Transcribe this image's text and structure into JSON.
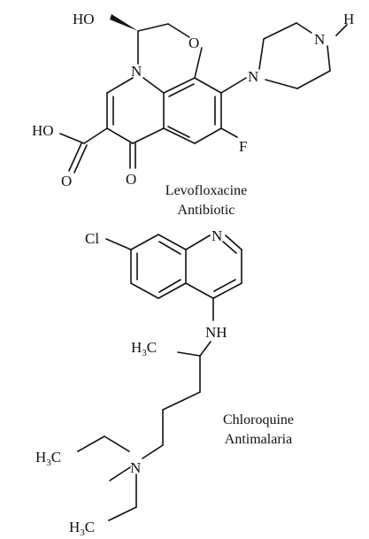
{
  "compounds": [
    {
      "name": "Levofloxacine",
      "category": "Antibiotic",
      "atom_labels": {
        "hydroxyl": "HO",
        "ring_oxygen": "O",
        "ring_nitrogen": "N",
        "piperazine_nitrogen": "N",
        "piperazine_nh_n": "N",
        "piperazine_nh_h": "H",
        "acid_hydroxyl": "HO",
        "acid_carbonyl_oxygen": "O",
        "keto_oxygen": "O",
        "fluorine": "F"
      }
    },
    {
      "name": "Chloroquine",
      "category": "Antimalaria",
      "atom_labels": {
        "chlorine": "Cl",
        "ring_nitrogen": "N",
        "amine": "NH",
        "methyl_h": "H",
        "methyl_sub": "3",
        "methyl_c": "C",
        "tertiary_nitrogen": "N",
        "ethyl1_h": "H",
        "ethyl1_sub": "3",
        "ethyl1_c": "C",
        "ethyl2_h": "H",
        "ethyl2_sub": "3",
        "ethyl2_c": "C"
      }
    }
  ],
  "colors": {
    "ink": "#111111",
    "background": "#ffffff"
  }
}
